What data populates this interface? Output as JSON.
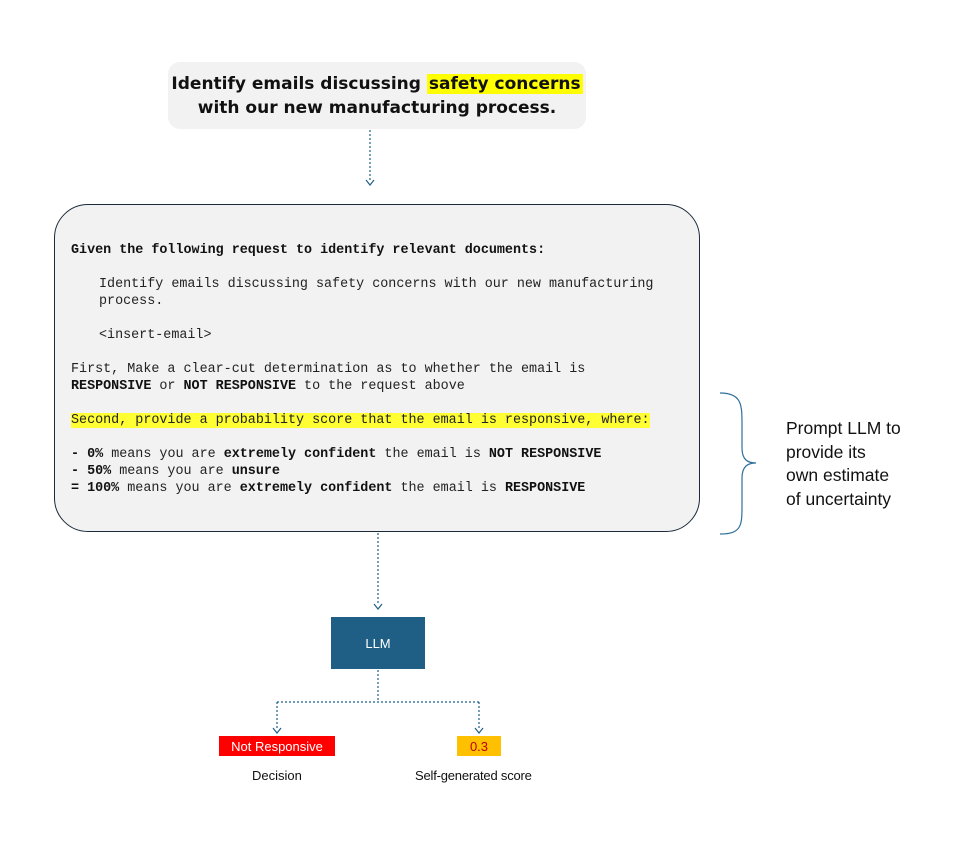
{
  "query": {
    "before_highlight": "Identify emails discussing ",
    "highlight": "safety concerns",
    "line2": "with our new manufacturing process."
  },
  "prompt": {
    "line1": "Given the following request to identify relevant documents:",
    "request_line1": "Identify emails discussing safety concerns with our new manufacturing",
    "request_line2": "process.",
    "insert_placeholder": "<insert-email>",
    "first_line1": "First, Make a clear-cut determination as to whether the email is",
    "first_line2_a": "RESPONSIVE",
    "first_line2_b": " or ",
    "first_line2_c": "NOT RESPONSIVE",
    "first_line2_d": " to the request above",
    "second_line": "Second, provide a probability score that the email is responsive, where:",
    "bullet1_a": "- 0%",
    "bullet1_b": " means you are ",
    "bullet1_c": "extremely confident",
    "bullet1_d": " the email is ",
    "bullet1_e": "NOT RESPONSIVE",
    "bullet2_a": "- 50%",
    "bullet2_b": " means you are ",
    "bullet2_c": "unsure",
    "bullet3_a": "= 100%",
    "bullet3_b": " means you are ",
    "bullet3_c": "extremely confident",
    "bullet3_d": " the email is ",
    "bullet3_e": "RESPONSIVE"
  },
  "annotation": {
    "lines": [
      "Prompt LLM to",
      "provide its",
      "own estimate",
      "of uncertainty"
    ]
  },
  "llm": {
    "label": "LLM"
  },
  "outputs": {
    "decision_value": "Not Responsive",
    "decision_caption": "Decision",
    "score_value": "0.3",
    "score_caption": "Self-generated score"
  },
  "colors": {
    "llm_box": "#1f5f86",
    "decision_badge": "#ff0000",
    "score_badge": "#ffc000",
    "highlight": "#ffff00",
    "connector": "#1f5f86"
  }
}
